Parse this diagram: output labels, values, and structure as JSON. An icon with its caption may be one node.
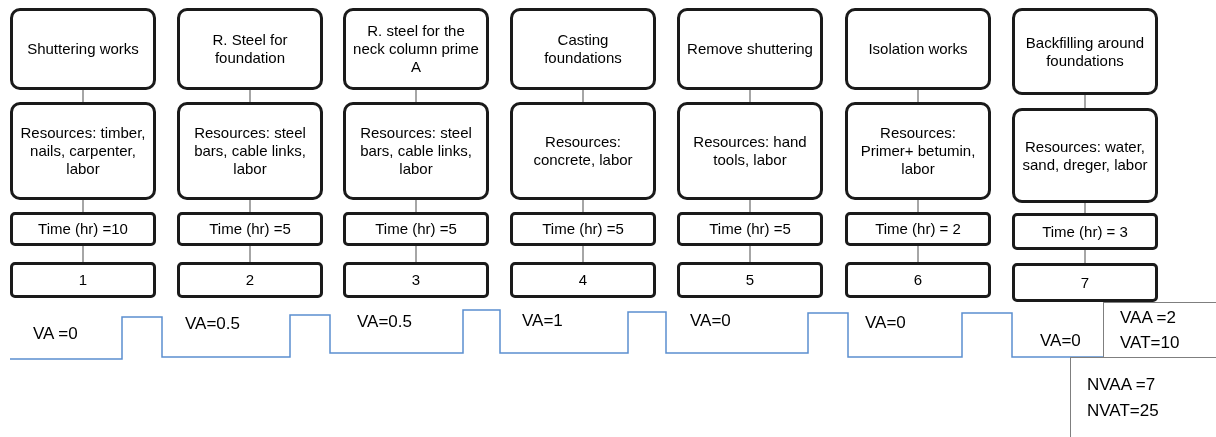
{
  "diagram": {
    "nodes": [
      {
        "text": [
          "Shuttering works"
        ]
      },
      {
        "text": [
          "Resources: timber, nails, carpenter, labor"
        ]
      },
      {
        "text": [
          "Time (hr) =10"
        ]
      },
      {
        "text": [
          "1"
        ]
      },
      {
        "text": [
          "R. Steel for foundation"
        ]
      },
      {
        "text": [
          "Resources: steel bars, cable links, labor"
        ]
      },
      {
        "text": [
          "Time (hr) =5"
        ]
      },
      {
        "text": [
          "2"
        ]
      },
      {
        "text": [
          "R. steel for the neck column prime A"
        ]
      },
      {
        "text": [
          "Resources: steel bars, cable links, labor"
        ]
      },
      {
        "text": [
          "Time (hr) =5"
        ]
      },
      {
        "text": [
          "3"
        ]
      },
      {
        "text": [
          "Casting foundations"
        ]
      },
      {
        "text": [
          "Resources: concrete, labor"
        ]
      },
      {
        "text": [
          "Time (hr) =5"
        ]
      },
      {
        "text": [
          "4"
        ]
      },
      {
        "text": [
          "Remove shuttering"
        ]
      },
      {
        "text": [
          "Resources: hand tools, labor"
        ]
      },
      {
        "text": [
          "Time (hr) =5"
        ]
      },
      {
        "text": [
          "5"
        ]
      },
      {
        "text": [
          "Isolation works"
        ]
      },
      {
        "text": [
          "Resources: Primer+ betumin, labor"
        ]
      },
      {
        "text": [
          "Time (hr) = 2"
        ]
      },
      {
        "text": [
          "6"
        ]
      },
      {
        "text": [
          "Backfilling around foundations"
        ]
      },
      {
        "text": [
          "Resources: water, sand, dreger, labor"
        ]
      },
      {
        "text": [
          "Time (hr) = 3"
        ]
      },
      {
        "text": [
          "7"
        ]
      },
      {
        "text": [
          "VAA =2",
          "VAT=10"
        ]
      },
      {
        "text": [
          "NVAA =7",
          "NVAT=25"
        ]
      }
    ],
    "edges": [
      {
        "from": 0,
        "to": 1,
        "arrow": "none"
      },
      {
        "from": 1,
        "to": 2,
        "arrow": "none"
      },
      {
        "from": 2,
        "to": 3,
        "arrow": "none"
      },
      {
        "from": 4,
        "to": 5,
        "arrow": "none"
      },
      {
        "from": 5,
        "to": 6,
        "arrow": "none"
      },
      {
        "from": 6,
        "to": 7,
        "arrow": "none"
      },
      {
        "from": 8,
        "to": 9,
        "arrow": "none"
      },
      {
        "from": 9,
        "to": 10,
        "arrow": "none"
      },
      {
        "from": 10,
        "to": 11,
        "arrow": "none"
      },
      {
        "from": 12,
        "to": 13,
        "arrow": "none"
      },
      {
        "from": 13,
        "to": 14,
        "arrow": "none"
      },
      {
        "from": 14,
        "to": 15,
        "arrow": "none"
      },
      {
        "from": 16,
        "to": 17,
        "arrow": "none"
      },
      {
        "from": 17,
        "to": 18,
        "arrow": "none"
      },
      {
        "from": 18,
        "to": 19,
        "arrow": "none"
      },
      {
        "from": 20,
        "to": 21,
        "arrow": "none"
      },
      {
        "from": 21,
        "to": 22,
        "arrow": "none"
      },
      {
        "from": 22,
        "to": 23,
        "arrow": "none"
      },
      {
        "from": 24,
        "to": 25,
        "arrow": "none"
      },
      {
        "from": 25,
        "to": 26,
        "arrow": "none"
      },
      {
        "from": 26,
        "to": 27,
        "arrow": "none"
      }
    ],
    "labels": [
      "VA =0",
      "VA=0.5",
      "VA=0.5",
      "VA=1",
      "VA=0",
      "VA=0",
      "VA=0"
    ]
  }
}
